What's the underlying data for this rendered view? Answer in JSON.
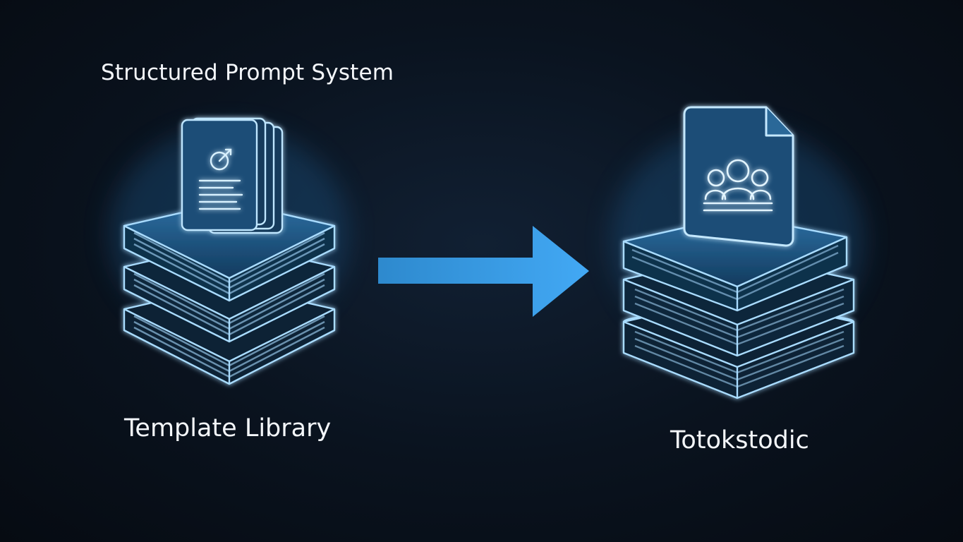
{
  "diagram": {
    "title": "Structured Prompt System",
    "left_node": {
      "label": "Template Library",
      "icon": "document-stack-on-books-icon"
    },
    "right_node": {
      "label": "Totokstodic",
      "icon": "people-document-on-books-icon"
    },
    "connector": {
      "direction": "left-to-right",
      "icon": "arrow-right-icon"
    },
    "colors": {
      "background": "#08111c",
      "glow": "#4fb6ff",
      "line": "#b8e4ff",
      "arrow": "#3ba3f0",
      "text": "#f4f7fb"
    }
  }
}
